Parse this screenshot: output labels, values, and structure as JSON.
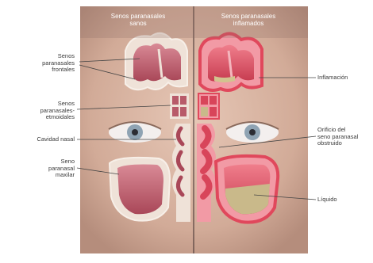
{
  "headings": {
    "left": [
      "Senos paranasales",
      "sanos"
    ],
    "right": [
      "Senos paranasales",
      "inflamados"
    ]
  },
  "labels_left": {
    "frontal": [
      "Senos",
      "paranasales",
      "frontales"
    ],
    "ethmoid": [
      "Senos",
      "paranasales-",
      "etmoidales"
    ],
    "nasal": [
      "Cavidad nasal"
    ],
    "maxillary": [
      "Seno",
      "paranasal",
      "maxilar"
    ]
  },
  "labels_right": {
    "inflammation": [
      "Inflamación"
    ],
    "blocked": [
      "Orificio del",
      "seno paranasal",
      "obstruido"
    ],
    "fluid": [
      "Líquido"
    ]
  },
  "colors": {
    "skin": "#d9b5a2",
    "sinus_healthy": "#c05a68",
    "sinus_inflamed": "#e05a6a",
    "fluid": "#c9b98a"
  }
}
